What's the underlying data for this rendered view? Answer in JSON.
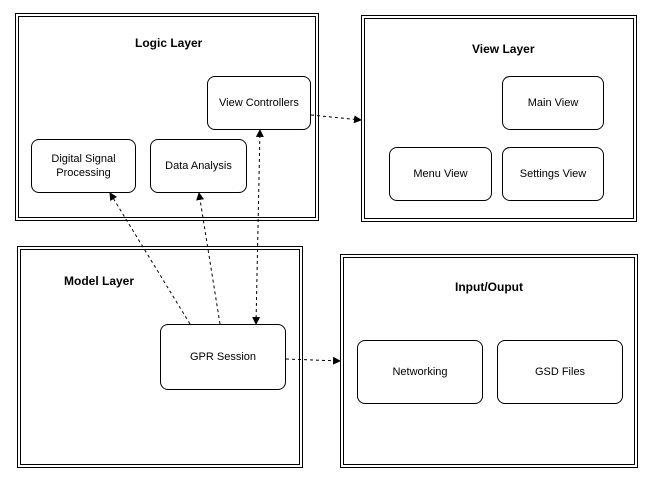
{
  "layers": {
    "logic": {
      "title": "Logic Layer"
    },
    "view": {
      "title": "View Layer"
    },
    "model": {
      "title": "Model Layer"
    },
    "io": {
      "title": "Input/Ouput"
    }
  },
  "nodes": {
    "view_controllers": "View Controllers",
    "digital_signal_processing": "Digital Signal Processing",
    "data_analysis": "Data Analysis",
    "main_view": "Main View",
    "menu_view": "Menu View",
    "settings_view": "Settings View",
    "gpr_session": "GPR Session",
    "networking": "Networking",
    "gsd_files": "GSD Files"
  }
}
